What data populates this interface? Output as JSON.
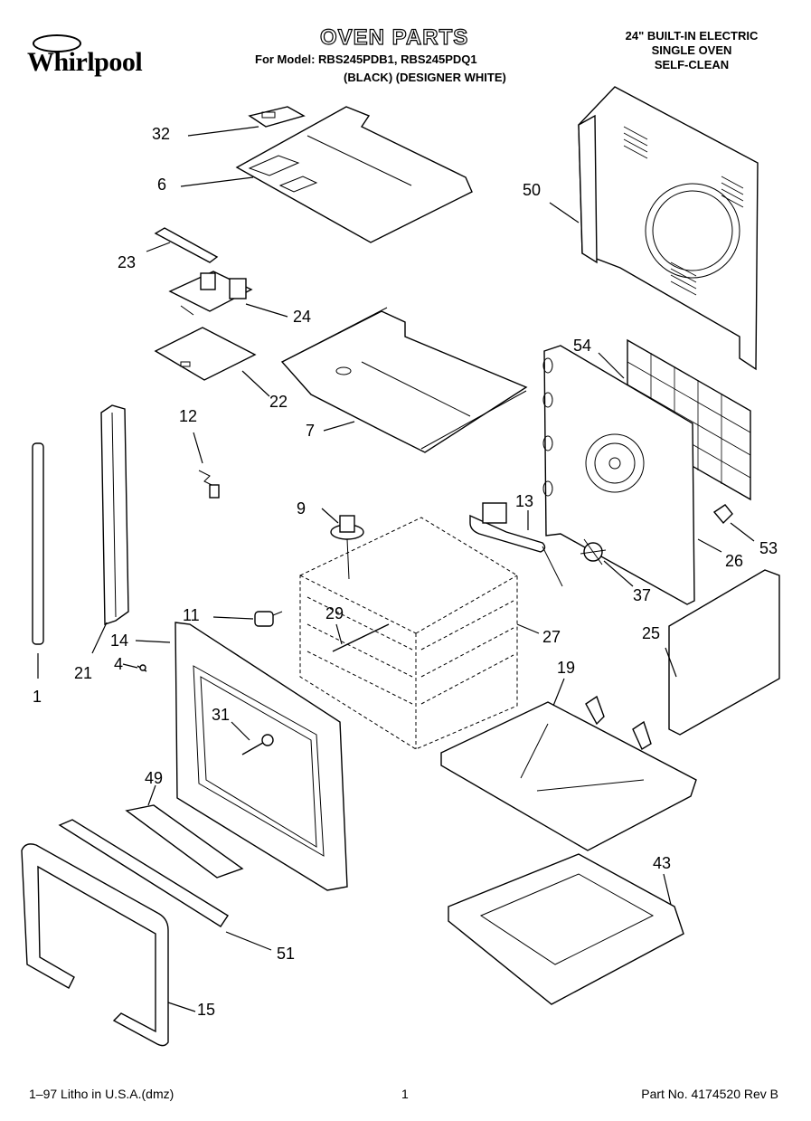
{
  "header": {
    "brand": "Whirlpool",
    "title": "OVEN PARTS",
    "model_line": "For Model: RBS245PDB1, RBS245PDQ1",
    "model_variants": "(BLACK)  (DESIGNER WHITE)",
    "description_lines": [
      "24\" BUILT-IN ELECTRIC",
      "SINGLE OVEN",
      "SELF-CLEAN"
    ]
  },
  "callouts": {
    "c32": "32",
    "c6": "6",
    "c50": "50",
    "c23": "23",
    "c24": "24",
    "c22": "22",
    "c7": "7",
    "c54": "54",
    "c12": "12",
    "c9": "9",
    "c13": "13",
    "c53": "53",
    "c26": "26",
    "c37": "37",
    "c11": "11",
    "c29": "29",
    "c27": "27",
    "c14": "14",
    "c25": "25",
    "c4": "4",
    "c21": "21",
    "c19": "19",
    "c1": "1",
    "c31": "31",
    "c49": "49",
    "c43": "43",
    "c51": "51",
    "c15": "15"
  },
  "footer": {
    "left": "1–97 Litho in U.S.A.(dmz)",
    "center": "1",
    "right": "Part No. 4174520 Rev B"
  }
}
